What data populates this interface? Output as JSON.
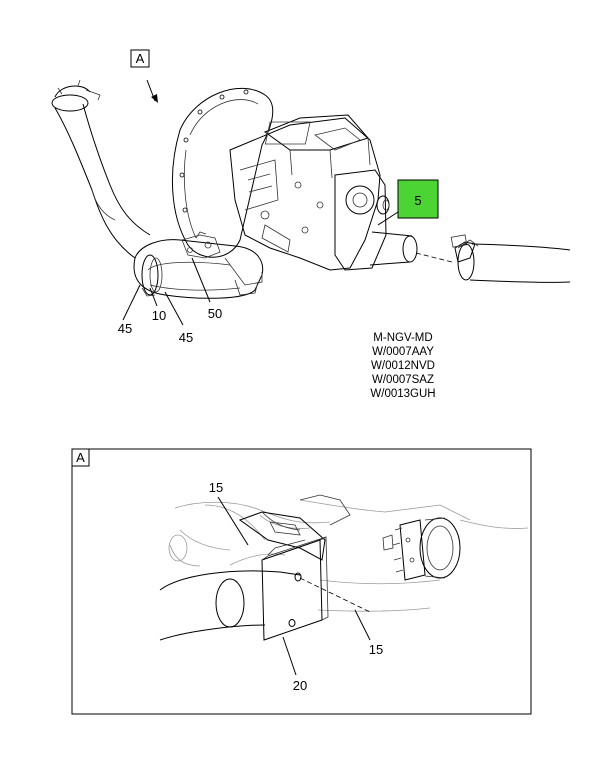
{
  "view_marker_top": "A",
  "view_marker_detail": "A",
  "callouts_main": {
    "c5": "5",
    "c45a": "45",
    "c10": "10",
    "c45b": "45",
    "c50": "50"
  },
  "callouts_detail": {
    "c15a": "15",
    "c15b": "15",
    "c20": "20"
  },
  "model_codes": [
    "M-NGV-MD",
    "W/0007AAY",
    "W/0012NVD",
    "W/0007SAZ",
    "W/0013GUH"
  ],
  "colors": {
    "highlight": "#4cd334",
    "line": "#000000"
  }
}
